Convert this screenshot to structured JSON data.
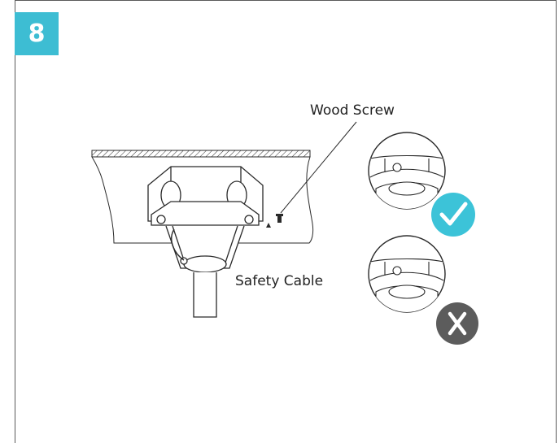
{
  "step": {
    "number": "8"
  },
  "labels": {
    "wood_screw": "Wood Screw",
    "safety_cable": "Safety Cable"
  },
  "indicators": {
    "correct": {
      "icon": "checkmark-icon",
      "color": "#3cc3d8"
    },
    "incorrect": {
      "icon": "x-mark-icon",
      "color": "#5c5c5c"
    }
  },
  "colors": {
    "accent": "#3dbdd3",
    "line": "#2a2a2a"
  }
}
